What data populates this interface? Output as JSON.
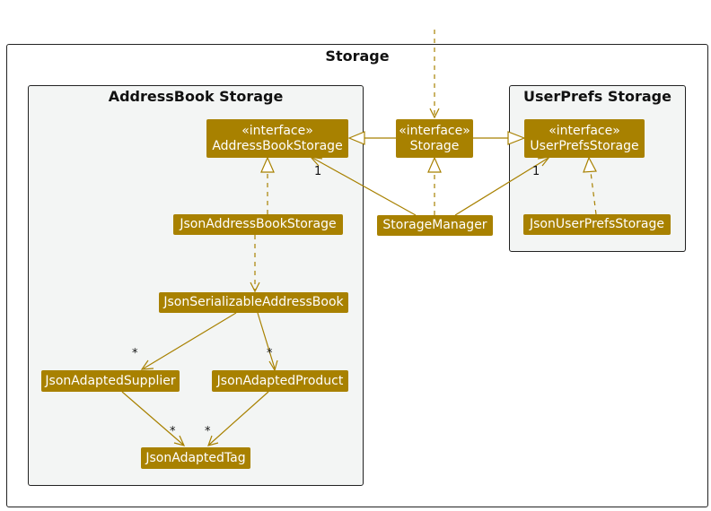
{
  "packages": {
    "storage": {
      "title": "Storage"
    },
    "addressbook": {
      "title": "AddressBook Storage"
    },
    "userprefs": {
      "title": "UserPrefs Storage"
    }
  },
  "classes": {
    "storage": {
      "stereotype": "«interface»",
      "name": "Storage"
    },
    "address_book_storage": {
      "stereotype": "«interface»",
      "name": "AddressBookStorage"
    },
    "user_prefs_storage": {
      "stereotype": "«interface»",
      "name": "UserPrefsStorage"
    },
    "storage_manager": {
      "name": "StorageManager"
    },
    "json_address_book_storage": {
      "name": "JsonAddressBookStorage"
    },
    "json_user_prefs_storage": {
      "name": "JsonUserPrefsStorage"
    },
    "json_serializable_address_book": {
      "name": "JsonSerializableAddressBook"
    },
    "json_adapted_supplier": {
      "name": "JsonAdaptedSupplier"
    },
    "json_adapted_product": {
      "name": "JsonAdaptedProduct"
    },
    "json_adapted_tag": {
      "name": "JsonAdaptedTag"
    }
  },
  "multiplicities": {
    "sm_to_abs": "1",
    "sm_to_ups": "1",
    "to_supplier": "*",
    "to_product": "*",
    "supplier_to_tag": "*",
    "product_to_tag": "*"
  },
  "colors": {
    "class_fill": "#a88100",
    "edge": "#a88100",
    "package_fill": "#f3f5f4"
  }
}
